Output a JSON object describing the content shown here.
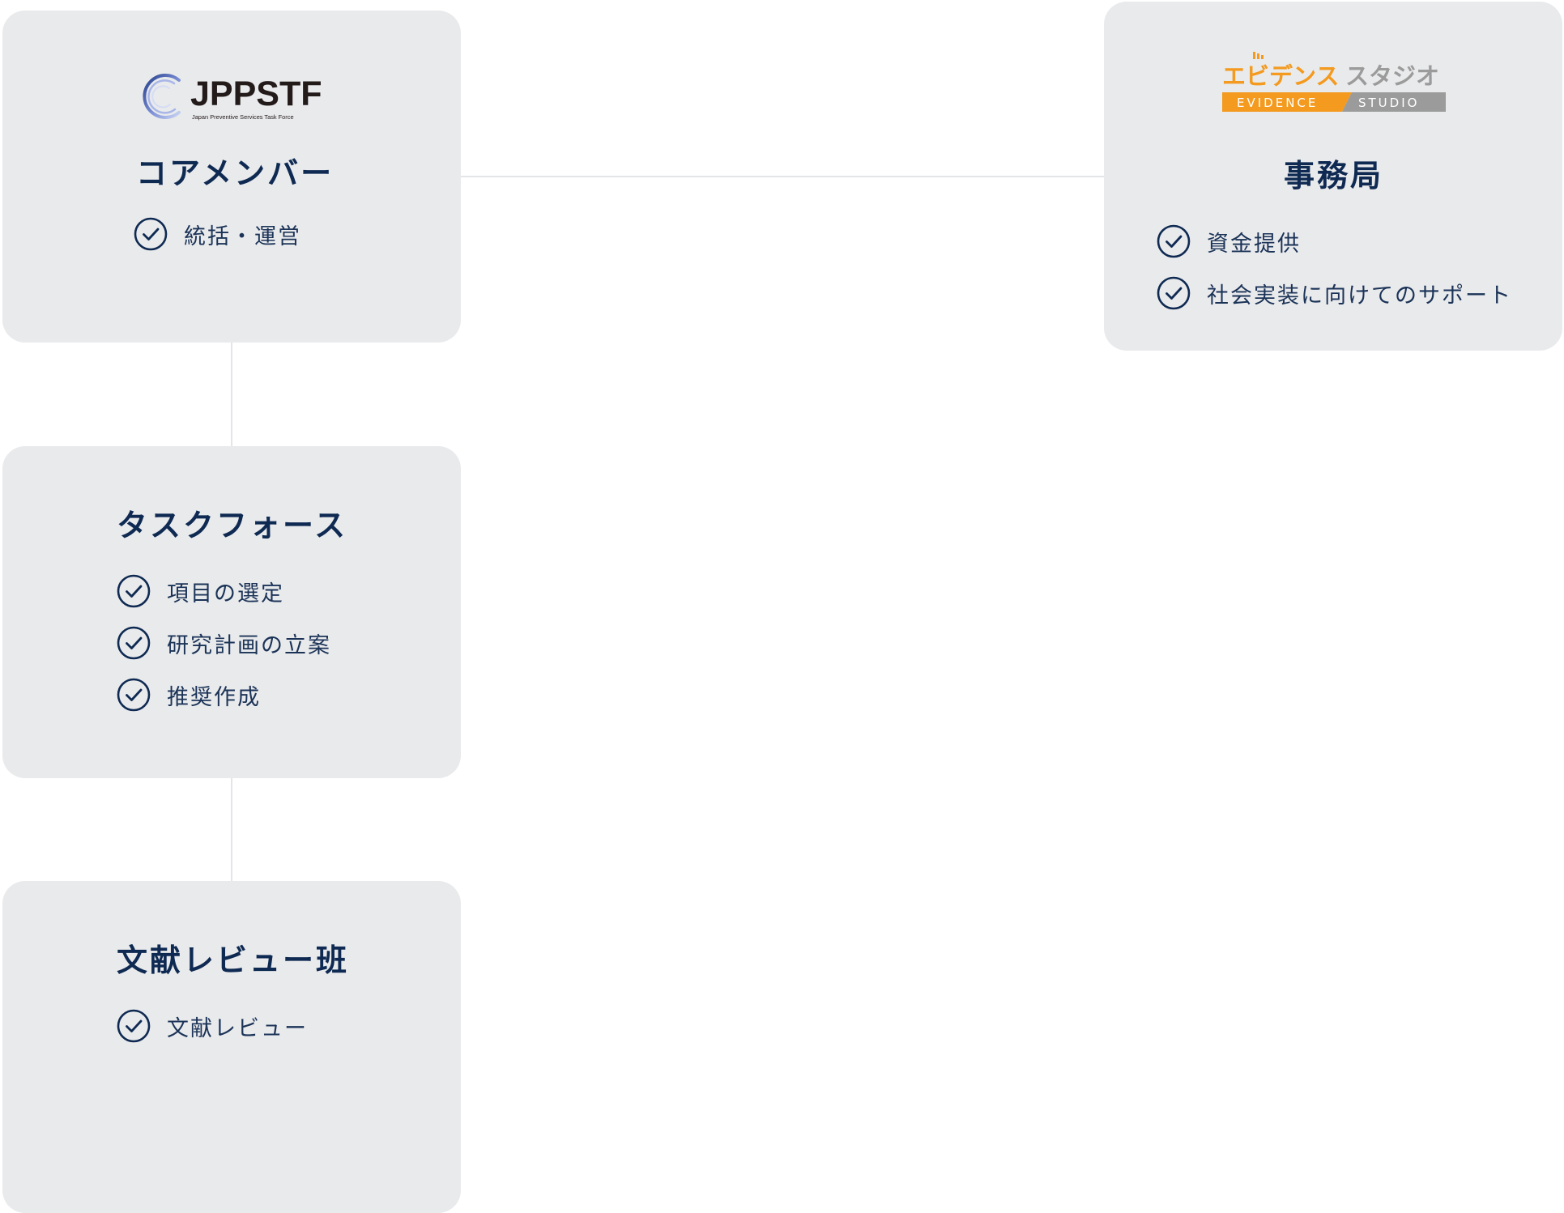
{
  "core": {
    "logo": {
      "wordmark": "JPPSTF",
      "tagline": "Japan Preventive Services Task Force"
    },
    "title": "コアメンバー",
    "items": [
      "統括・運営"
    ]
  },
  "secretariat": {
    "logo": {
      "jp_part1": "エビデンス",
      "jp_part2": "スタジオ",
      "en_part1": "EVIDENCE",
      "en_part2": "STUDIO"
    },
    "title": "事務局",
    "items": [
      "資金提供",
      "社会実装に向けてのサポート"
    ]
  },
  "taskforce": {
    "title": "タスクフォース",
    "items": [
      "項目の選定",
      "研究計画の立案",
      "推奨作成"
    ]
  },
  "review": {
    "title": "文献レビュー班",
    "items": [
      "文献レビュー"
    ]
  },
  "colors": {
    "card_bg": "#e9eaec",
    "navy": "#0f2a52",
    "orange": "#f39a1f",
    "gray_logo": "#9b9b9b",
    "connector": "#e3e5e8"
  },
  "icons": {
    "check": "check-circle-icon"
  }
}
